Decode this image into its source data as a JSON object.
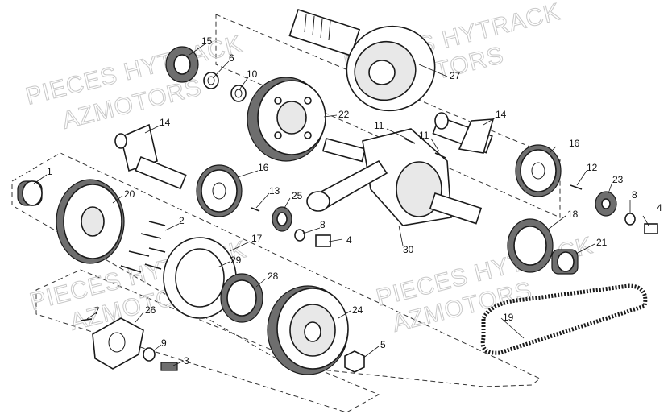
{
  "watermarks": [
    {
      "text": "PIECES HYTRACK"
    },
    {
      "text": "AZMOTORS"
    },
    {
      "text": "PIECES HYTRACK"
    },
    {
      "text": "AZMOTORS"
    },
    {
      "text": "PIECES HYTRACK"
    },
    {
      "text": "AZMOTORS"
    },
    {
      "text": "PIECES HYTRACK"
    },
    {
      "text": "AZMOTORS"
    }
  ],
  "callouts": [
    "1",
    "2",
    "3",
    "4",
    "4",
    "5",
    "6",
    "7",
    "8",
    "8",
    "9",
    "10",
    "11",
    "11",
    "12",
    "13",
    "14",
    "14",
    "15",
    "16",
    "16",
    "17",
    "18",
    "19",
    "20",
    "21",
    "22",
    "23",
    "24",
    "25",
    "26",
    "27",
    "28",
    "29",
    "30"
  ]
}
